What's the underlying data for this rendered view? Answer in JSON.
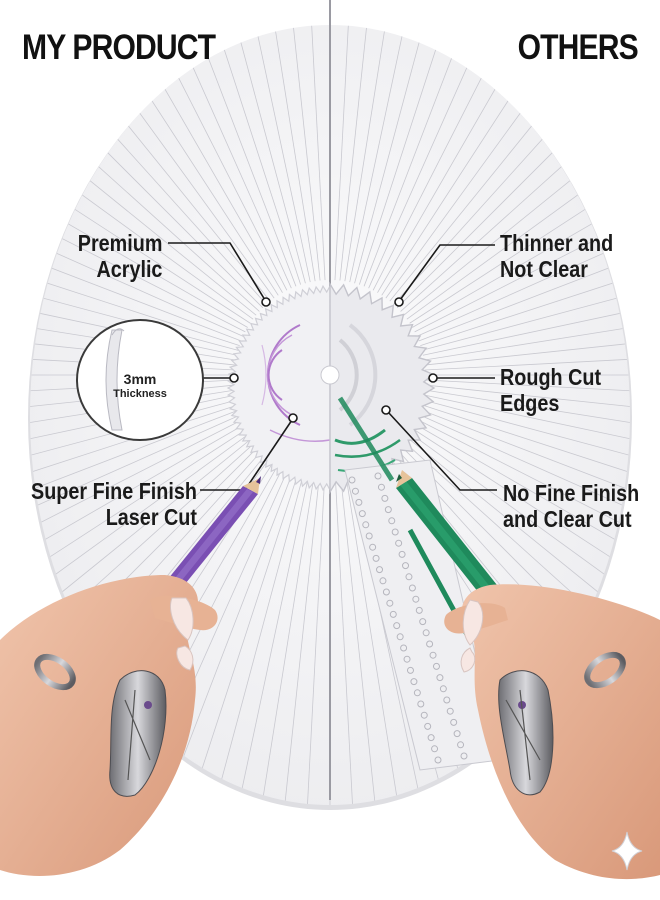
{
  "headings": {
    "left": "MY PRODUCT",
    "right": "OTHERS"
  },
  "callouts": {
    "premium": [
      "Premium",
      "Acrylic"
    ],
    "super_fine": [
      "Super Fine Finish",
      "Laser Cut"
    ],
    "thinner": [
      "Thinner and",
      "Not Clear"
    ],
    "rough": [
      "Rough Cut",
      "Edges"
    ],
    "no_fine": [
      "No Fine Finish",
      "and Clear Cut"
    ]
  },
  "thickness_lens": {
    "value": "3mm",
    "label": "Thickness"
  },
  "colors": {
    "left_pencil": "#7a4fb3",
    "right_pencil": "#1f8a5c",
    "left_ring_tint": "#b07acb",
    "right_ring_tint": "#2f9a6a",
    "board": "#f4f4f6",
    "skin": "#e9b79c"
  },
  "icons": [
    "sparkle-icon"
  ]
}
